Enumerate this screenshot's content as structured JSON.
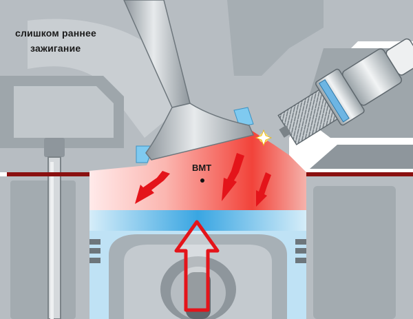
{
  "caption": {
    "line1": "слишком раннее",
    "line2": "зажигание"
  },
  "tdc_label": "ВМТ",
  "colors": {
    "head_metal": "#b7bdc2",
    "head_shadow": "#8e969c",
    "valve": "#cfd4d8",
    "combustion_red": "#f2433a",
    "pressure_arrow_red": "#e4141a",
    "piston_blue": "#bfe2f5",
    "piston_center_blue": "#2a9fe0",
    "gasket_maroon": "#8a1010",
    "spark": "#ffe36a"
  },
  "icons": [
    "spark-plug-icon",
    "spark-flash-icon",
    "intake-valve-icon",
    "piston-icon",
    "upward-force-arrow-icon"
  ]
}
